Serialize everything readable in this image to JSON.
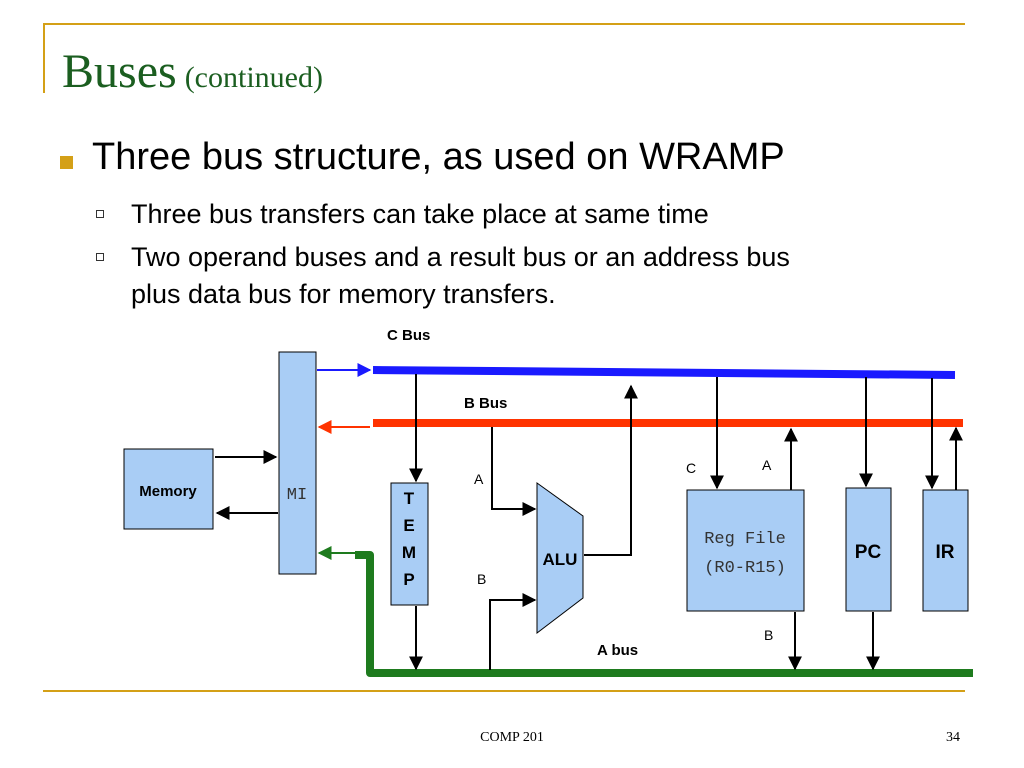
{
  "slide": {
    "title": "Buses",
    "title_sub": "(continued)",
    "bullet": "Three bus structure, as used on WRAMP",
    "sub_bullets": [
      "Three bus transfers can take place at same time",
      "Two operand buses and a result bus or an address bus",
      "plus data bus for memory transfers."
    ],
    "footer_center": "COMP 201",
    "page_number": "34"
  },
  "diagram": {
    "c_bus_label": "C Bus",
    "b_bus_label": "B Bus",
    "a_bus_label": "A bus",
    "memory_label": "Memory",
    "mi_label": "MI",
    "temp_letters": [
      "T",
      "E",
      "M",
      "P"
    ],
    "alu_label": "ALU",
    "alu_input_a": "A",
    "alu_input_b": "B",
    "regfile_label_1": "Reg File",
    "regfile_label_2": "(R0-R15)",
    "regfile_port_c": "C",
    "regfile_port_a": "A",
    "regfile_port_b": "B",
    "pc_label": "PC",
    "ir_label": "IR",
    "colors": {
      "c_bus": "#1a1aff",
      "b_bus": "#ff3300",
      "a_bus": "#1e7b1e",
      "block_fill": "#a9cdf5",
      "accent": "#d4a017",
      "title": "#1b5e20"
    }
  }
}
